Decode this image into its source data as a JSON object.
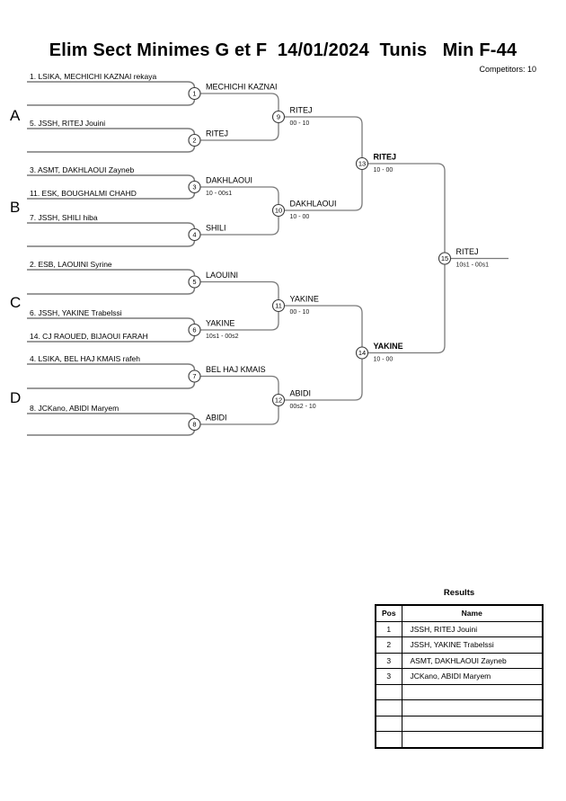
{
  "header": {
    "title": "Elim Sect Minimes G et F  14/01/2024  Tunis   Min F-44",
    "competitors": "Competitors: 10"
  },
  "colors": {
    "line_gray": "#7a7a7a",
    "text": "#000000",
    "background": "#ffffff"
  },
  "bracket": {
    "groups": [
      "A",
      "B",
      "C",
      "D"
    ],
    "players": [
      {
        "label": "1. LSIKA, MECHICHI KAZNAI rekaya"
      },
      {
        "label": "5. JSSH, RITEJ Jouini"
      },
      {
        "label": "3. ASMT, DAKHLAOUI Zayneb"
      },
      {
        "label": "11. ESK, BOUGHALMI CHAHD"
      },
      {
        "label": "7. JSSH, SHILI hiba"
      },
      {
        "label": "2. ESB, LAOUINI Syrine"
      },
      {
        "label": "6. JSSH, YAKINE Trabelssi"
      },
      {
        "label": "14. CJ RAOUED, BIJAOUI FARAH"
      },
      {
        "label": "4. LSIKA, BEL HAJ KMAIS rafeh"
      },
      {
        "label": "8. JCKano, ABIDI Maryem"
      }
    ],
    "matches": [
      {
        "num": "1",
        "winner": "MECHICHI KAZNAI",
        "score": ""
      },
      {
        "num": "2",
        "winner": "RITEJ",
        "score": ""
      },
      {
        "num": "3",
        "winner": "DAKHLAOUI",
        "score": "10 - 00s1"
      },
      {
        "num": "4",
        "winner": "SHILI",
        "score": ""
      },
      {
        "num": "5",
        "winner": "LAOUINI",
        "score": ""
      },
      {
        "num": "6",
        "winner": "YAKINE",
        "score": "10s1 - 00s2"
      },
      {
        "num": "7",
        "winner": "BEL HAJ KMAIS",
        "score": ""
      },
      {
        "num": "8",
        "winner": "ABIDI",
        "score": ""
      },
      {
        "num": "9",
        "winner": "RITEJ",
        "score": "00 - 10"
      },
      {
        "num": "10",
        "winner": "DAKHLAOUI",
        "score": "10 - 00"
      },
      {
        "num": "11",
        "winner": "YAKINE",
        "score": "00 - 10"
      },
      {
        "num": "12",
        "winner": "ABIDI",
        "score": "00s2 - 10"
      },
      {
        "num": "13",
        "winner": "RITEJ",
        "score": "10 - 00"
      },
      {
        "num": "14",
        "winner": "YAKINE",
        "score": "10 - 00"
      },
      {
        "num": "15",
        "winner": "RITEJ",
        "score": "10s1 - 00s1"
      }
    ]
  },
  "results": {
    "title": "Results",
    "columns": [
      "Pos",
      "Name"
    ],
    "rows": [
      {
        "pos": "1",
        "name": "JSSH, RITEJ Jouini"
      },
      {
        "pos": "2",
        "name": "JSSH, YAKINE Trabelssi"
      },
      {
        "pos": "3",
        "name": "ASMT, DAKHLAOUI Zayneb"
      },
      {
        "pos": "3",
        "name": "JCKano, ABIDI Maryem"
      }
    ]
  }
}
